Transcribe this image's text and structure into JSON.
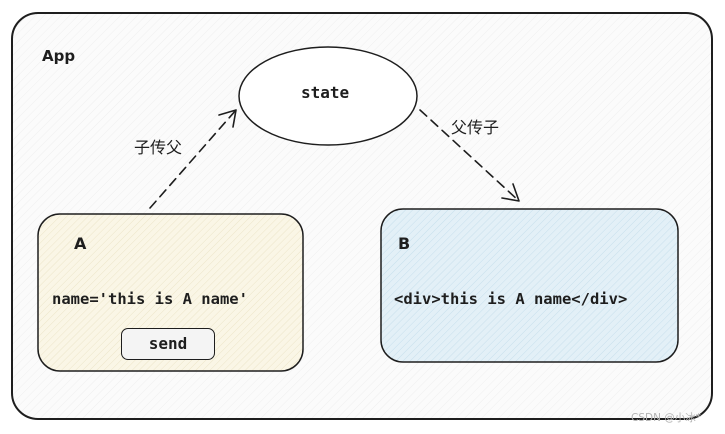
{
  "app": {
    "title": "App"
  },
  "state": {
    "label": "state"
  },
  "edges": {
    "child_to_parent": "子传父",
    "parent_to_child": "父传子"
  },
  "component_a": {
    "title": "A",
    "value_text": "name='this is A name'",
    "button_label": "send",
    "fill": "#faf6e6"
  },
  "component_b": {
    "title": "B",
    "content_text": "<div>this is A name</div>",
    "fill": "#e3f0f7"
  },
  "colors": {
    "stroke": "#1e1e1e",
    "app_fill": "#fbfbfb",
    "button_fill": "#f4f4f4"
  },
  "watermark": "CSDN @小冰*"
}
